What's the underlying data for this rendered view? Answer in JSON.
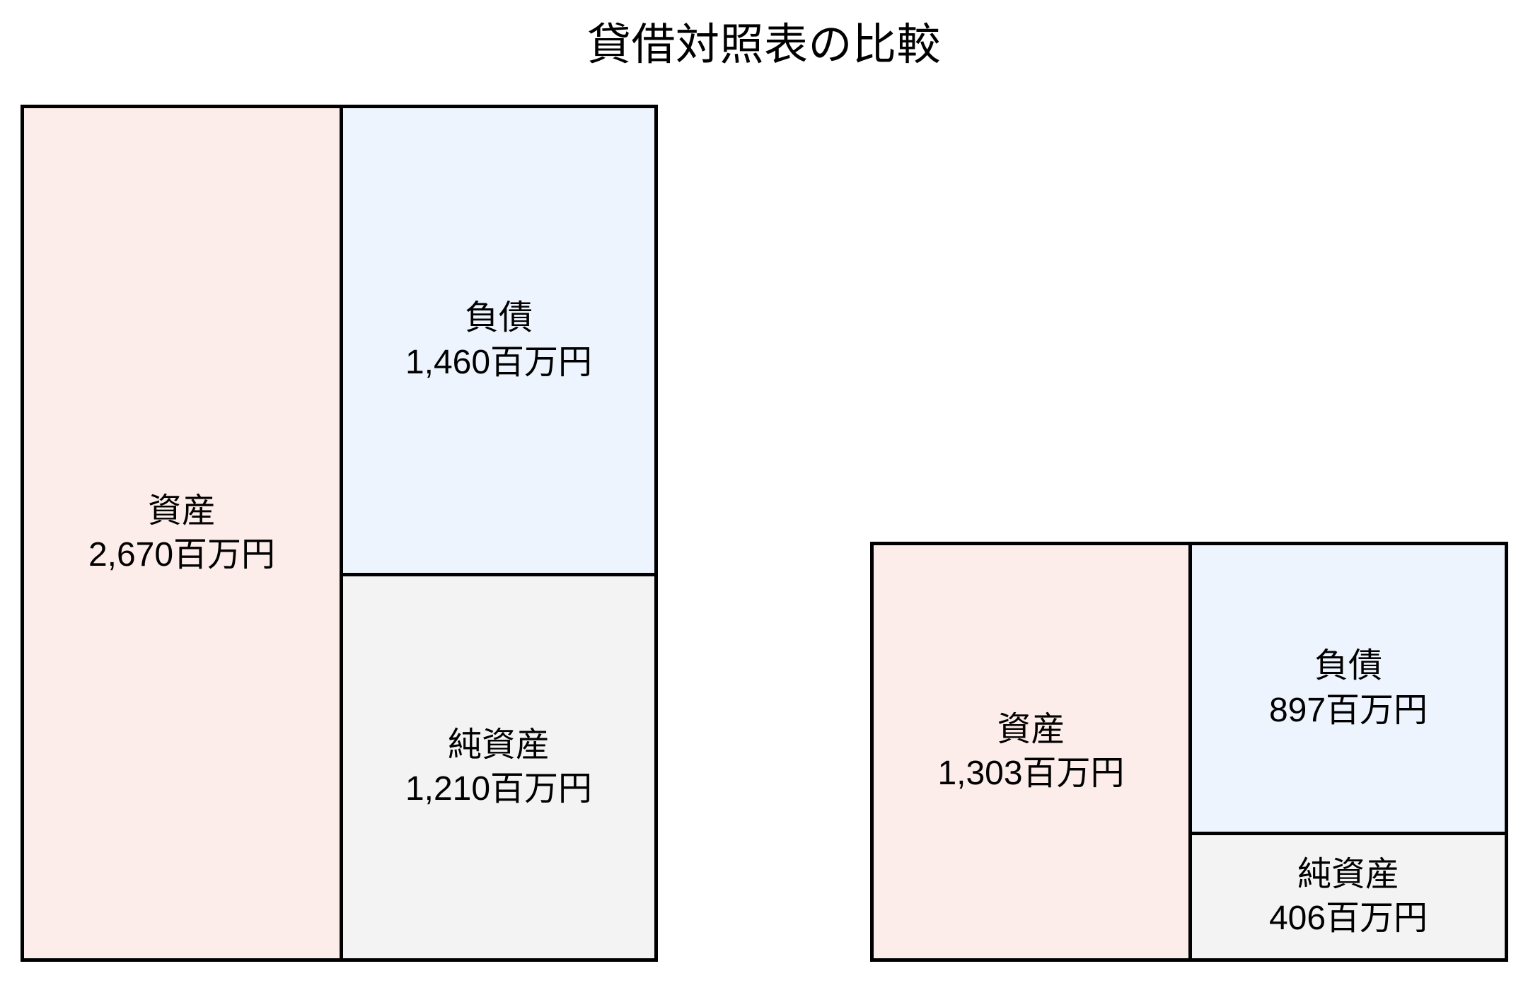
{
  "title": "貸借対照表の比較",
  "units": "百万円",
  "charts": [
    {
      "id": "left",
      "asset": {
        "name": "資産",
        "value_text": "2,670百万円",
        "value": 2670,
        "color": "#fcecea"
      },
      "liability": {
        "name": "負債",
        "value_text": "1,460百万円",
        "value": 1460,
        "color": "#eef4fd"
      },
      "netasset": {
        "name": "純資産",
        "value_text": "1,210百万円",
        "value": 1210,
        "color": "#f3f3f3"
      }
    },
    {
      "id": "right",
      "asset": {
        "name": "資産",
        "value_text": "1,303百万円",
        "value": 1303,
        "color": "#fcecea"
      },
      "liability": {
        "name": "負債",
        "value_text": "897百万円",
        "value": 897,
        "color": "#eef4fd"
      },
      "netasset": {
        "name": "純資産",
        "value_text": "406百万円",
        "value": 406,
        "color": "#f3f3f3"
      }
    }
  ],
  "chart_data": {
    "type": "bar",
    "title": "貸借対照表の比較",
    "subtitle": "",
    "xlabel": "",
    "ylabel": "",
    "unit": "百万円",
    "note": "Two proportional balance-sheet (stacked block) diagrams. Each diagram's left column is total assets; the right column stacks liabilities on top of net assets. Block areas/heights are proportional to the amounts. The right diagram is drawn to the same scale as the left, so it is visibly smaller.",
    "legend": [],
    "grid": false,
    "categories": [
      "資産",
      "負債",
      "純資産"
    ],
    "series": [
      {
        "name": "左の貸借対照表",
        "values": [
          2670,
          1460,
          1210
        ]
      },
      {
        "name": "右の貸借対照表",
        "values": [
          1303,
          897,
          406
        ]
      }
    ],
    "annotations": [
      "資産 2,670百万円",
      "負債 1,460百万円",
      "純資産 1,210百万円",
      "資産 1,303百万円",
      "負債 897百万円",
      "純資産 406百万円"
    ]
  }
}
